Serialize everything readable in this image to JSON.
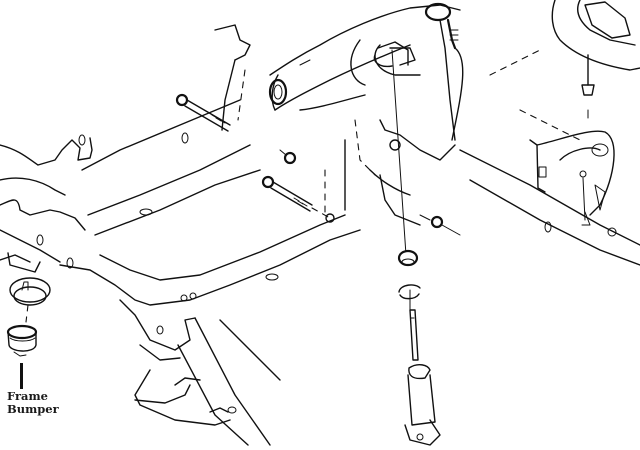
{
  "diagram": {
    "type": "exploded-view line drawing",
    "subject": "front suspension crossmember / frame assembly with shock absorber",
    "callouts": [
      {
        "id": "frame-bumper",
        "lines": [
          "Frame",
          "Bumper"
        ]
      }
    ],
    "components": [
      "frame-rail",
      "crossmember",
      "upper-control-arm",
      "ball-joint",
      "pivot-bolts",
      "nuts",
      "shock-absorber",
      "shock-bushing",
      "shock-washer",
      "frame-bumper",
      "bumper-bracket",
      "bracket-bolt"
    ],
    "colors": {
      "line": "#111111",
      "background": "#ffffff"
    }
  }
}
